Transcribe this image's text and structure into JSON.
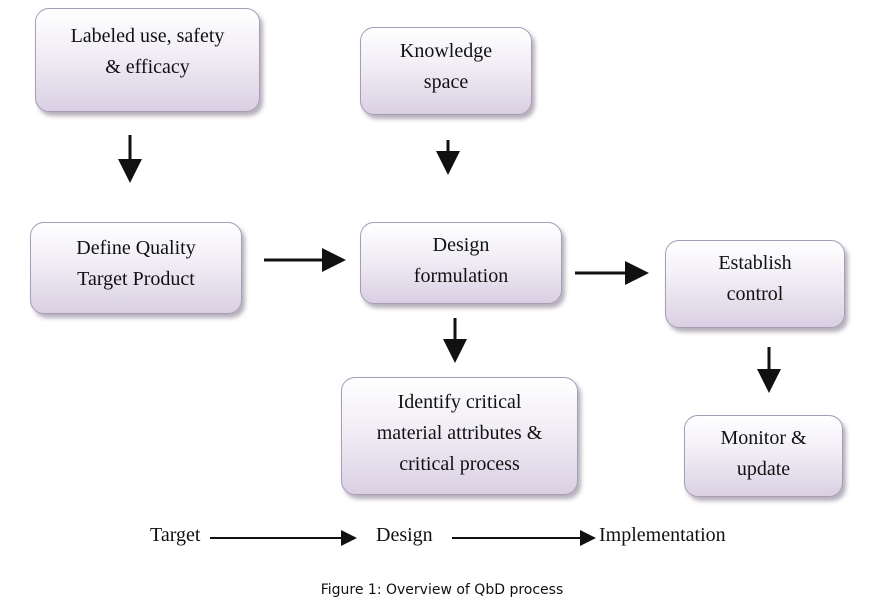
{
  "boxes": {
    "labeled_use": [
      "Labeled use, safety",
      "& efficacy"
    ],
    "knowledge_space": [
      "Knowledge",
      "space"
    ],
    "define_qtpp": [
      "Define Quality",
      "Target Product"
    ],
    "design_formulation": [
      "Design",
      "formulation"
    ],
    "establish_control": [
      "Establish",
      "control"
    ],
    "identify_critical": [
      "Identify critical",
      "material attributes &",
      "critical process"
    ],
    "monitor_update": [
      "Monitor &",
      "update"
    ]
  },
  "stages": {
    "target": "Target",
    "design": "Design",
    "implementation": "Implementation"
  },
  "caption": "Figure 1:  Overview of QbD process"
}
